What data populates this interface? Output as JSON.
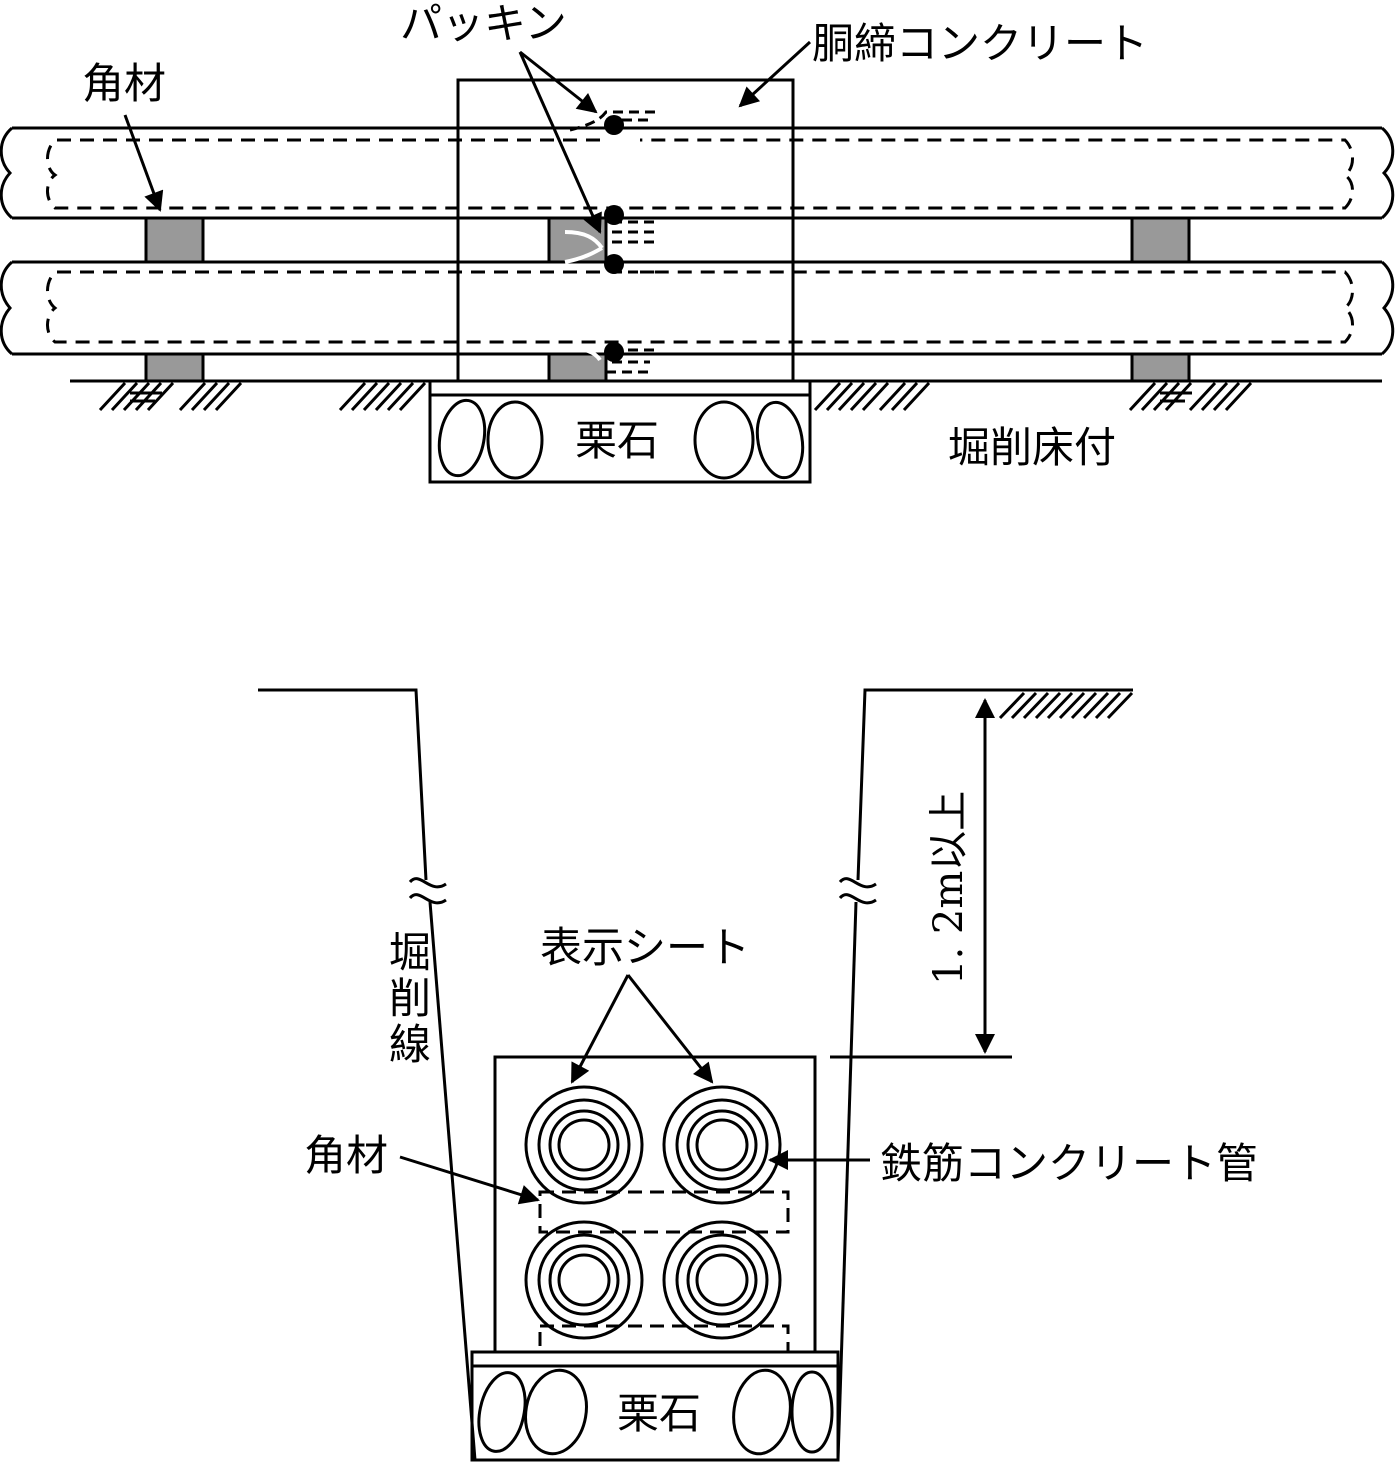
{
  "top_view": {
    "labels": {
      "packing": "パッキン",
      "concrete_band": "胴締コンクリート",
      "square_timber": "角材",
      "gravel": "栗石",
      "excavation_bed": "堀削床付"
    }
  },
  "section_view": {
    "labels": {
      "marker_sheet": "表示シート",
      "square_timber": "角材",
      "rc_pipe": "鉄筋コンクリート管",
      "excavation_line": "堀削線",
      "depth": "1. 2m以上",
      "gravel": "栗石"
    }
  },
  "colors": {
    "line": "#000000",
    "timber_fill": "#999999",
    "background": "#ffffff"
  }
}
